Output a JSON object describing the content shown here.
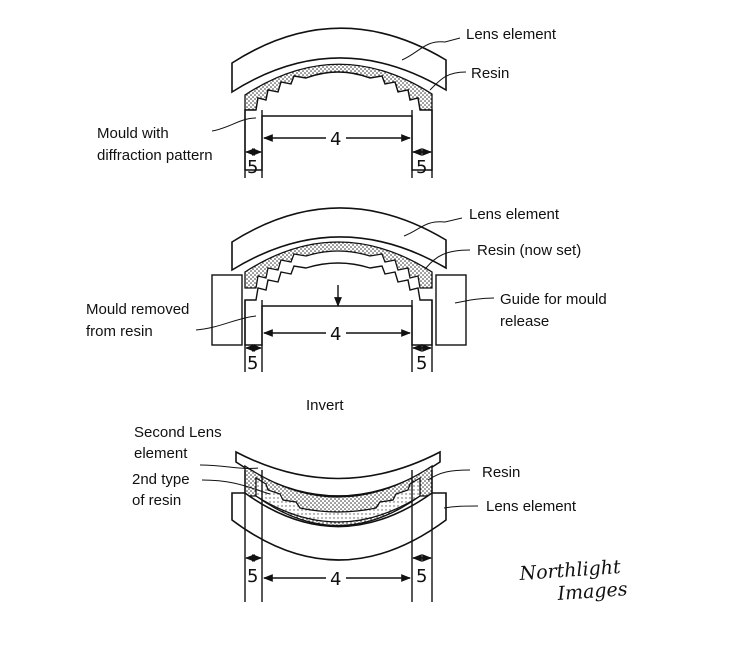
{
  "stage1": {
    "lens_label": "Lens element",
    "resin_label": "Resin",
    "mould_label_line1": "Mould with",
    "mould_label_line2": "diffraction pattern",
    "dim_center": "4",
    "dim_left": "5",
    "dim_right": "5"
  },
  "stage2": {
    "lens_label": "Lens element",
    "resin_label": "Resin (now set)",
    "mould_label_line1": "Mould removed",
    "mould_label_line2": "from resin",
    "guide_label_line1": "Guide for mould",
    "guide_label_line2": "release",
    "dim_center": "4",
    "dim_left": "5",
    "dim_right": "5"
  },
  "stage3": {
    "heading": "Invert",
    "second_lens_line1": "Second Lens",
    "second_lens_line2": "element",
    "resin2_line1": "2nd type",
    "resin2_line2": "of resin",
    "resin_label": "Resin",
    "lens_label": "Lens element",
    "dim_center": "4",
    "dim_left": "5",
    "dim_right": "5"
  },
  "watermark": {
    "line1": "Northlight",
    "line2": "Images"
  }
}
